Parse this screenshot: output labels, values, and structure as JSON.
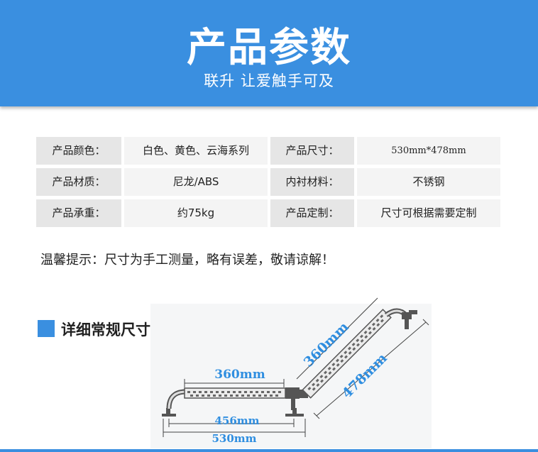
{
  "header": {
    "title": "产品参数",
    "subtitle": "联升 让爱触手可及"
  },
  "params": [
    {
      "label1": "产品颜色：",
      "value1": "白色、黄色、云海系列",
      "label2": "产品尺寸：",
      "value2": "530mm*478mm"
    },
    {
      "label1": "产品材质：",
      "value1": "尼龙/ABS",
      "label2": "内衬材料：",
      "value2": "不锈钢"
    },
    {
      "label1": "产品承重：",
      "value1": "约75kg",
      "label2": "产品定制：",
      "value2": "尺寸可根据需要定制"
    }
  ],
  "tip": "温馨提示：尺寸为手工测量，略有误差，敬请谅解！",
  "section": {
    "title": "详细常规尺寸"
  },
  "dimensions": {
    "straight_grip": "360mm",
    "straight_mount": "456mm",
    "straight_total": "530mm",
    "angled_grip": "360mm",
    "angled_total": "478mm"
  },
  "colors": {
    "accent": "#3a8fe0",
    "dimension_text": "#2f8ee0"
  }
}
